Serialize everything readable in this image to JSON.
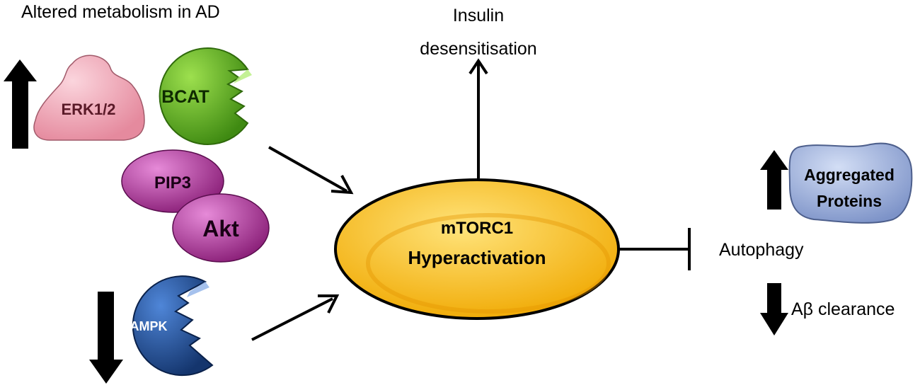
{
  "header": {
    "title": "Altered metabolism in AD"
  },
  "proteins": {
    "erk": "ERK1/2",
    "bcat": "BCAT",
    "pip3": "PIP3",
    "akt": "Akt",
    "ampk": "AMPK",
    "aggregated_line1": "Aggregated",
    "aggregated_line2": "Proteins"
  },
  "center": {
    "line1": "mTORC1",
    "line2": "Hyperactivation"
  },
  "outputs": {
    "insulin_line1": "Insulin",
    "insulin_line2": "desensitisation",
    "autophagy": "Autophagy",
    "clearance": "Aβ clearance"
  },
  "colors": {
    "erk": "#f0a0b0",
    "bcat": "#6cbf1e",
    "pip": "#b0309a",
    "ampk": "#1f4f9c",
    "mtor": "#f6c319",
    "aggregated": "#93a8d8",
    "arrow": "#000000"
  }
}
